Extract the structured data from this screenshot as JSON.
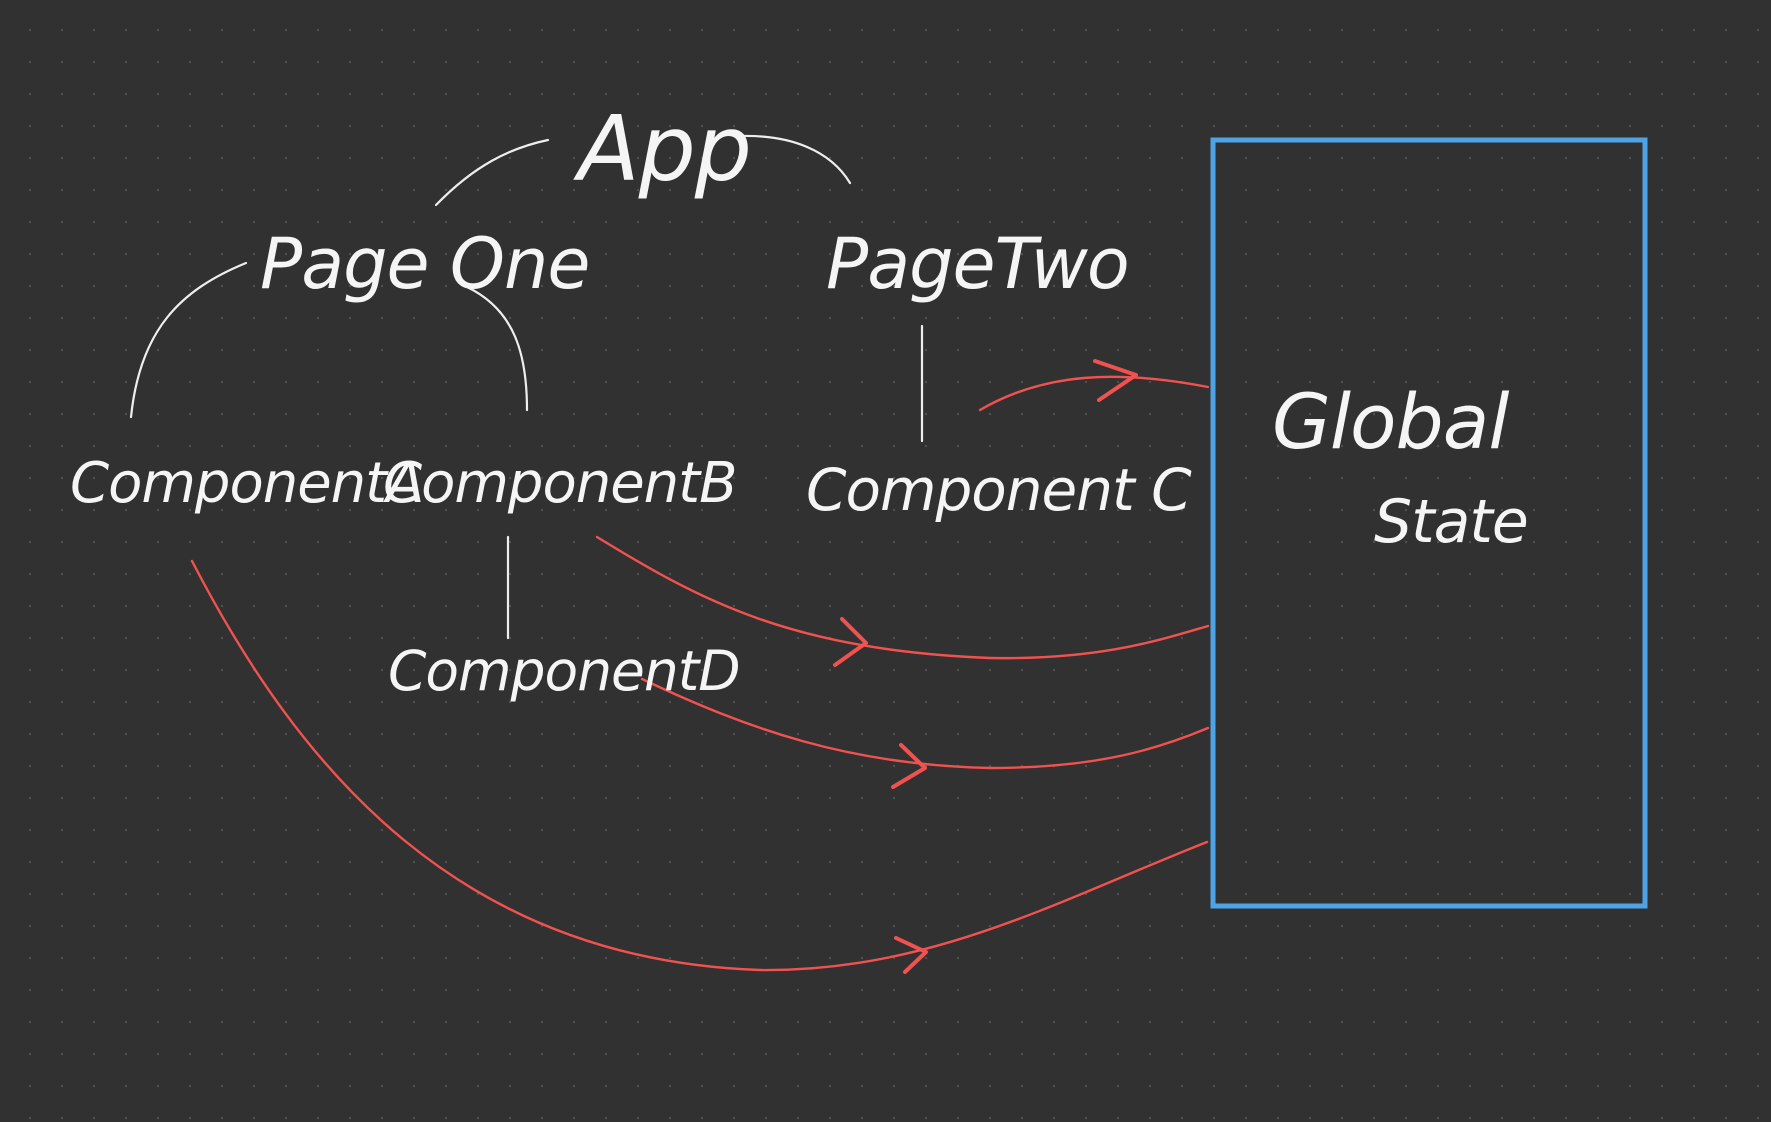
{
  "nodes": {
    "app": "App",
    "page_one": "Page One",
    "page_two": "PageTwo",
    "component_a": "ComponentA",
    "component_b": "ComponentB",
    "component_c": "Component C",
    "component_d": "ComponentD",
    "global_state_line1": "Global",
    "global_state_line2": "State"
  },
  "colors": {
    "background": "#313131",
    "tree_links": "#eeeeee",
    "state_flow": "#f0524f",
    "global_state_border": "#4ea3e6"
  }
}
